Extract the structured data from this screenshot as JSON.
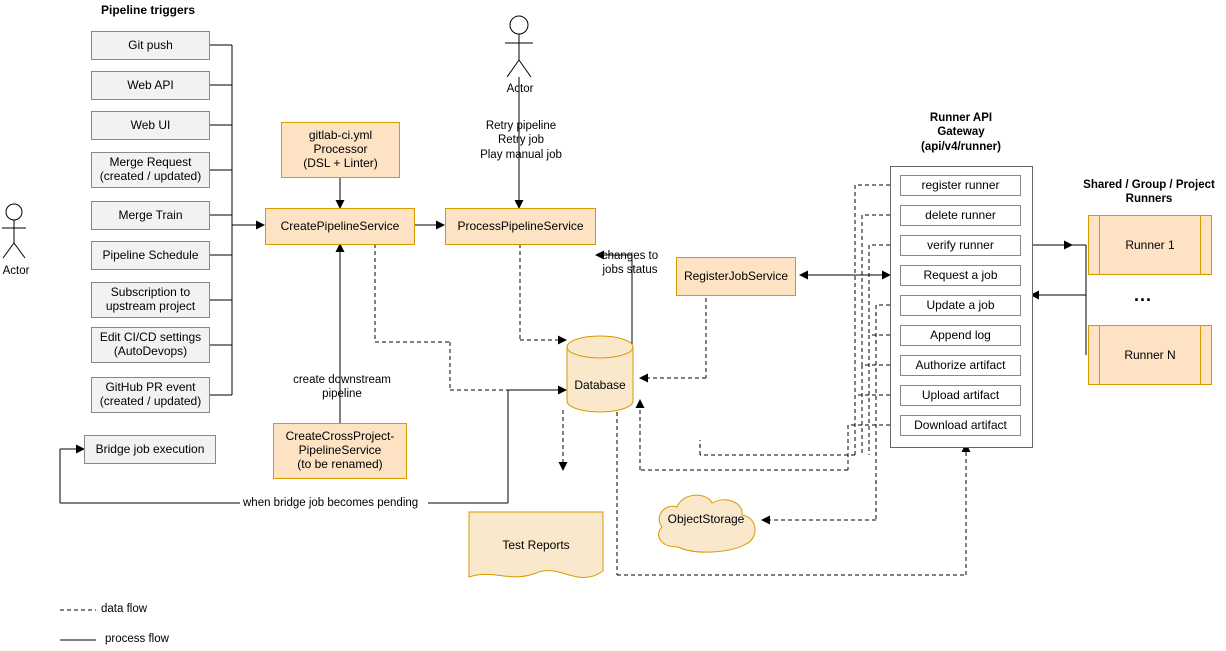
{
  "headings": {
    "pipeline_triggers": "Pipeline triggers",
    "runner_api_gateway": "Runner API\nGateway\n(api/v4/runner)",
    "runner_api_gateway_l1": "Runner API",
    "runner_api_gateway_l2": "Gateway",
    "runner_api_gateway_l3": "(api/v4/runner)",
    "shared_runners_l1": "Shared / Group / Project",
    "shared_runners_l2": "Runners"
  },
  "actors": [
    {
      "name": "actor-left",
      "label": "Actor"
    },
    {
      "name": "actor-top",
      "label": "Actor"
    }
  ],
  "triggers": [
    {
      "label": "Git push"
    },
    {
      "label": "Web API"
    },
    {
      "label": "Web UI"
    },
    {
      "label": "Merge Request\n(created / updated)",
      "l1": "Merge Request",
      "l2": "(created / updated)"
    },
    {
      "label": "Merge Train"
    },
    {
      "label": "Pipeline Schedule"
    },
    {
      "label": "Subscription to\nupstream project",
      "l1": "Subscription to",
      "l2": "upstream project"
    },
    {
      "label": "Edit CI/CD settings\n(AutoDevops)",
      "l1": "Edit CI/CD settings",
      "l2": "(AutoDevops)"
    },
    {
      "label": "GitHub PR event\n(created / updated)",
      "l1": "GitHub PR event",
      "l2": "(created / updated)"
    },
    {
      "label": "Bridge job execution"
    }
  ],
  "services": {
    "yml_processor_l1": "gitlab-ci.yml",
    "yml_processor_l2": "Processor",
    "yml_processor_l3": "(DSL + Linter)",
    "create_pipeline": "CreatePipelineService",
    "process_pipeline": "ProcessPipelineService",
    "register_job": "RegisterJobService",
    "cross_project_l1": "CreateCrossProject-",
    "cross_project_l2": "PipelineService",
    "cross_project_l3": "(to be renamed)",
    "database": "Database",
    "test_reports": "Test Reports",
    "object_storage": "ObjectStorage"
  },
  "gateway_endpoints": [
    {
      "label": "register runner"
    },
    {
      "label": "delete runner"
    },
    {
      "label": "verify runner"
    },
    {
      "label": "Request a job"
    },
    {
      "label": "Update a job"
    },
    {
      "label": "Append log"
    },
    {
      "label": "Authorize artifact"
    },
    {
      "label": "Upload artifact"
    },
    {
      "label": "Download artifact"
    }
  ],
  "runners": [
    {
      "label": "Runner 1"
    },
    {
      "label": "Runner N"
    }
  ],
  "runner_ellipsis": "...",
  "edge_labels": {
    "retry_l1": "Retry pipeline",
    "retry_l2": "Retry job",
    "retry_l3": "Play manual job",
    "changes_l1": "changes to",
    "changes_l2": "jobs status",
    "downstream_l1": "create downstream",
    "downstream_l2": "pipeline",
    "bridge_pending": "when bridge job becomes pending"
  },
  "legend": [
    {
      "label": "data flow",
      "style": "dashed"
    },
    {
      "label": "process flow",
      "style": "solid"
    }
  ],
  "colors": {
    "orange_fill": "#fde3c4",
    "orange_stroke": "#d79b00",
    "grey_fill": "#f2f2f2",
    "grey_stroke": "#888888",
    "line": "#000000"
  }
}
